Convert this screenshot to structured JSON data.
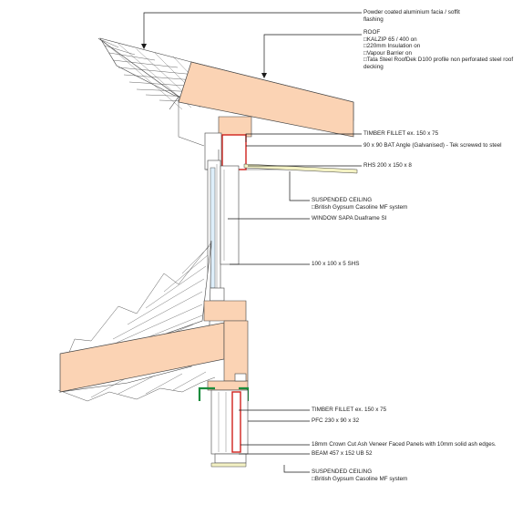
{
  "labels": {
    "facia": [
      "Powder coated aluminium facia / soffit",
      "flashing"
    ],
    "roof": [
      "ROOF",
      "□KALZIP 65 / 400 on",
      "□220mm Insulation on",
      "□Vapour Barrier on",
      "□Tata Steel RoofDek D100 profile non perforated steel roof",
      "decking"
    ],
    "timber_fillet_top": "TIMBER FILLET ex. 150 x 75",
    "bat_angle": "90 x 90 BAT Angle (Galvanised) - Tek screwed to steel",
    "rhs": "RHS 200 x 150 x 8",
    "ceiling_top": [
      "SUSPENDED CEILING",
      "□British Gypsum Casoline MF system"
    ],
    "window": "WINDOW SAPA Duaframe SI",
    "shs": "100 x 100 x 5 SHS",
    "timber_fillet_bottom": "TIMBER FILLET ex. 150 x 75",
    "pfc": "PFC 230 x 90 x 32",
    "veneer": "18mm Crown Cut Ash Veneer Faced Panels with 10mm solid ash edges.",
    "beam": "BEAM 457 x 152 UB 52",
    "ceiling_bottom": [
      "SUSPENDED CEILING",
      "□British Gypsum Casoline MF system"
    ]
  },
  "colors": {
    "timber": "#fbd3b4",
    "steel_red": "#d0211c",
    "angle_green": "#1a8c3c",
    "ceiling_yellow": "#f4f2c4",
    "line": "#333333",
    "leader": "#1a1a1a"
  }
}
